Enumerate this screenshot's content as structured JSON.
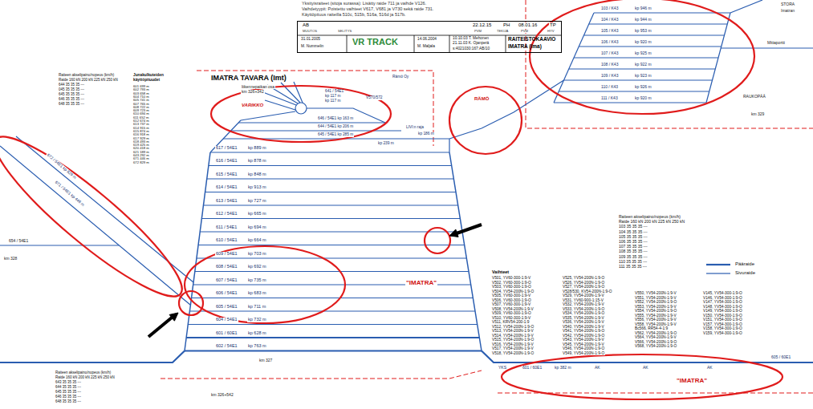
{
  "diagram": {
    "nodes": [
      {
        "text": [
          "VR TRACK",
          "RAITEISTOKAAVIO",
          "IMATRA (Ima)"
        ]
      }
    ],
    "labels": [
      "Yksityisraiteet (sitoja surassa): Lisätty raide 711 ja vaihde V126.",
      "Vaihdetyypit: Poistettu vaihteet V617, V681 ja V730 sekä raide 731.",
      "Käyttöpituus raiteilla 510c, 515b, 516a, 516d ja 517b.",
      "AB",
      "22.12.15",
      "PH",
      "08.01.16",
      "TP",
      "MUUTOS",
      "SELITYS",
      "PVM",
      "TEKIJÄ",
      "PVM",
      "HYV",
      "31.01.2005",
      "M. Nummelin",
      "14.06.2004",
      "M. Maljala",
      "10.10.03 T. Mehonen",
      "21.11.03 K. Ojanperä",
      "s:4021030:167:AB/10",
      "Raiteen akselipaino/nopeus (km/h)",
      "Raide 160 kN 200 kN 225 kN 250 kN",
      "644 35 35 35 ---",
      "045 35 35 35 ---",
      "645 35 35 35 ---",
      "646 35 35 35 ---",
      "648 35 35 35 ---",
      "Junakulkuteiden",
      "käyttöpituudet",
      "601 699 m",
      "602 793 m",
      "603 658 m",
      "604 710 m",
      "605 741 m",
      "607 765 m",
      "608 722 m",
      "609 723 m",
      "610 694 m",
      "611 652 m",
      "612 674 m",
      "613 737 m",
      "614 915 m",
      "615 874 m",
      "616 918 m",
      "617 929 m",
      "618 493 m",
      "619 425 m",
      "620 418 m",
      "621 189 m",
      "643 292 m",
      "671 446 m",
      "672 829 m",
      "IMATRA TAVARA (Imt)",
      "liikennepaikan osa",
      "km 326+342",
      "VARIKKO",
      "641 / 54E1",
      "kp 117 m",
      "kp 117 m",
      "646 / 54E1 kp 163 m",
      "644 / 54E1 kp 206 m",
      "645 / 54E1 kp 285 m",
      "V570/572",
      "LIVI:n raja",
      "kp 186 m",
      "kp 239 m",
      "Rämö Oy",
      "RÄMÖ",
      "617 / 54E1",
      "kp 889 m",
      "616 / 54E1",
      "kp 878 m",
      "615 / 54E1",
      "kp 848 m",
      "614 / 54E1",
      "kp 913 m",
      "613 / 54E1",
      "kp 727 m",
      "612 / 54E1",
      "kp 665 m",
      "611 / 54E1",
      "kp 694 m",
      "610 / 54E1",
      "kp 664 m",
      "609 / 54E1",
      "kp 703 m",
      "608 / 54E1",
      "kp 692 m",
      "607 / 54E1",
      "kp 735 m",
      "606 / 54E1",
      "kp 683 m",
      "605 / 54E1",
      "kp 711 m",
      "604 / 54E1",
      "kp 732 m",
      "601 / 60E1",
      "kp 628 m",
      "602 / 54E1",
      "kp 763 m",
      "\"IMATRA\"",
      "\"IMATRA\"",
      "km 327",
      "km 326+542",
      "km 328",
      "STORA",
      "Imatran",
      "Mittaportti",
      "RAUKOPÄÄ",
      "km 329",
      "654 / 54E1",
      "Vaihteet",
      "Raiteen akselipaino/nopeus (km/h)",
      "Raide 160 kN 200 kN 225 kN 250 kN",
      "103 35 35 35 ---",
      "104 35 35 35 ---",
      "105 35 35 35 ---",
      "106 35 35 35 ---",
      "107 35 35 35 ---",
      "108 35 35 35 ---",
      "109 35 35 35 ---",
      "110 35 35 35 ---",
      "111 35 35 35 ---",
      "V501, YV60-300-1:9-V",
      "V502, YV60-300-1:9-O",
      "V503, YV60-300-1:9-O",
      "V504, YV54-200N-1:9-O",
      "V505, YV60-300-1:9-V",
      "V506, YV60-300-1:9-O",
      "V507, YV60-300-1:9-V",
      "V508, YV54-200N-1:9-V",
      "V509, YV60-300-1:9-O",
      "V510, YV60-300-1:9-V",
      "V511, KRV54-200-1:9",
      "V512, YV54-200N-1:9-O",
      "V513, YV54-200N-1:9-V",
      "V514, YV54-200N-1:9-V",
      "V515, YV54-200N-1:9-O",
      "V516, YV54-200N-1:9-V",
      "V517, YV54-200N-1:9-V",
      "V518, YV54-200N-1:9-O",
      "V525, YV54-200N-1:9-O",
      "V526, YV54-200N-1:9-O",
      "V527, YV54-200N-1:9-O",
      "V528/530, KV54-200N-1:9-O",
      "V529, YV54-200N-1:9-V",
      "V531, YV60-900-1:15-V",
      "V532, YV54-200N-1:9-V",
      "V533, YV54-200N-1:9-O",
      "V534, YV54-200N-1:9-O",
      "V535, YV54-200N-1:9-V",
      "V536, YV54-200N-1:9-V",
      "V540, YV54-200N-1:9-V",
      "V541, YV54-200N-1:9-O",
      "V542, YV54-200N-1:9-O",
      "V543, YV54-200N-1:9-V",
      "V545, YV54-200N-1:9-V",
      "V546, YV54-200N-1:9-O",
      "V549, YV54-200N-1:9-O",
      "V550, YV54-200N-1:9-V",
      "V551, YV54-200N-1:9-V",
      "V552, YV54-200N-1:9-O",
      "V553, YV54-200N-1:9-V",
      "V554, YV54-200N-1:9-O",
      "V555, YV54-200N-1:9-V",
      "V556, YV54-200N-1:9-V",
      "V558, YV54-200N-1:9-V",
      "Bc566, RR54-4-1:9",
      "V562, YV54-200N-1:9-O",
      "V564, YV54-200N-1:9-V",
      "V566, YV54-200N-1:9-O",
      "V568, YV54-200N-1:9-O",
      "V145, YV54-300-1:9-O",
      "V146, YV54-300-1:9-O",
      "V147, YV54-300-1:9-O",
      "V148, YV54-300-1:9-O",
      "V149, YV54-300-1:9-O",
      "V150, YV54-300-1:9-O",
      "V151, YV54-300-1:9-O",
      "V157, YV54-300-1:9-O",
      "V158, YV54-300-1:9-O",
      "V159, YV54-300-1:9-O",
      "103 / K43",
      "kp 946 m",
      "104 / K43",
      "kp 944 m",
      "105 / K43",
      "kp 953 m",
      "106 / K43",
      "kp 920 m",
      "107 / K43",
      "kp 925 m",
      "108 / K43",
      "kp 922 m",
      "109 / K43",
      "kp 923 m",
      "110 / K43",
      "kp 926 m",
      "111 / K43",
      "kp 920 m",
      "671 / 54E1 kp 446 m",
      "672 / 54E1 kp 829 m",
      "YKS",
      "601 / 60E1",
      "kp 382 m",
      "AK",
      "AK",
      "AK",
      "605 / 60E1",
      "Raiteen akselipaino/nopeus (km/h)",
      "Raide 160 kN 200 kN 225 kN 250 kN",
      "643 35 35 35 ---",
      "644 35 35 35 ---",
      "645 35 35 35 ---",
      "646 35 35 35 ---",
      "648 35 35 35 ---"
    ],
    "legend": [
      {
        "text": "Pääraide"
      },
      {
        "text": "Sivuraide"
      }
    ]
  }
}
